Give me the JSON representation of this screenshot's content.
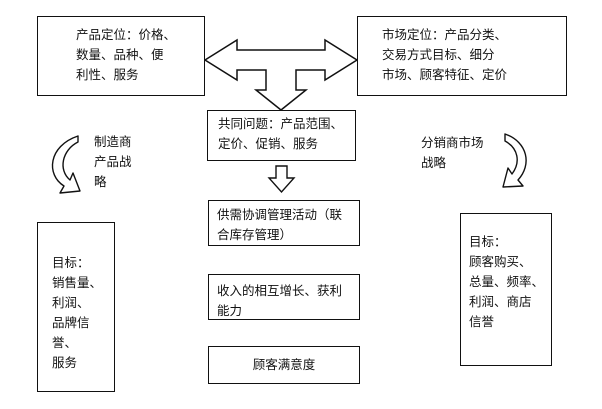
{
  "boxes": {
    "product_positioning": "产品定位：价格、\n数量、品种、便\n利性、服务",
    "market_positioning": "市场定位：产品分类、\n交易方式目标、细分\n市场、顾客特征、定价",
    "common_issues": "共同问题：产品范围、\n定价、促销、服务",
    "supply_demand": "供需协调管理活动（联\n合库存管理）",
    "income_growth": "收入的相互增长、获利\n能力",
    "customer_satisfaction": "顾客满意度",
    "manufacturer_goals": "目标：\n销售量、\n利润、\n品牌信誉、\n服务",
    "distributor_goals": "目标：\n顾客购买、\n总量、频率、\n利润、商店\n信誉"
  },
  "labels": {
    "manufacturer_strategy": "制造商\n产品战\n略",
    "distributor_strategy": "分销商市场\n战略"
  }
}
